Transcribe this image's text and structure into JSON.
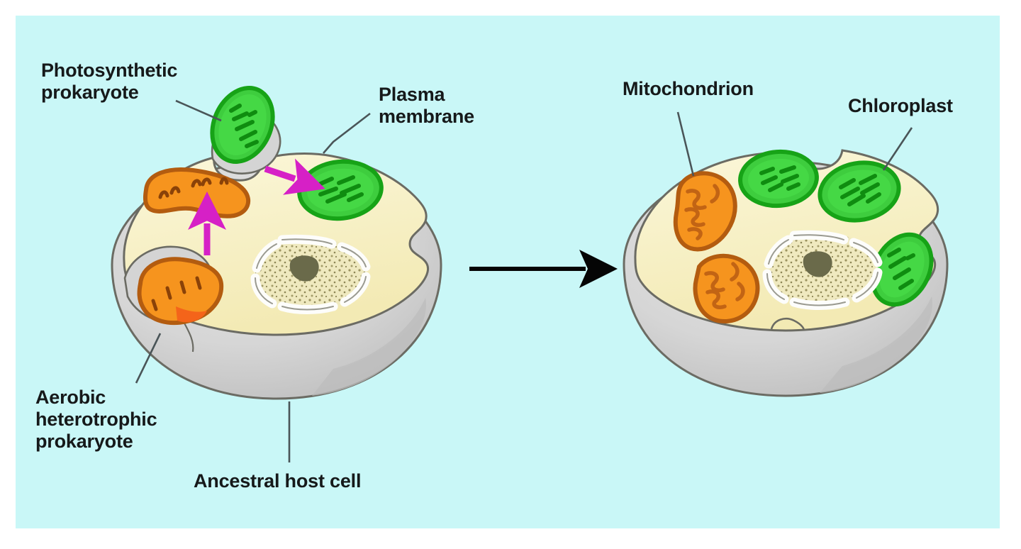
{
  "figure": {
    "domain": "diagram",
    "topic": "Endosymbiotic theory: origin of mitochondria and chloroplasts",
    "background_color": "#c9f7f7",
    "border_color": "#ffffff"
  },
  "labels": {
    "photosynthetic_prokaryote": "Photosynthetic\nprokaryote",
    "plasma_membrane": "Plasma\nmembrane",
    "aerobic_heterotrophic_prokaryote": "Aerobic\nheterotrophic\nprokaryote",
    "ancestral_host_cell": "Ancestral host cell",
    "mitochondrion": "Mitochondrion",
    "chloroplast": "Chloroplast"
  },
  "colors": {
    "cytoplasm": "#f7f0bf",
    "cytoplasm_light": "#fbf6d6",
    "cell_shell": "#d4d4d4",
    "cell_shell_shadow": "#bcbcbc",
    "outline": "#6b6b63",
    "green_organelle": "#3ecd3e",
    "green_organelle_dark": "#17a317",
    "green_interior": "#0f8c10",
    "orange_organelle": "#f6941e",
    "orange_organelle_dark": "#b35c10",
    "orange_interior": "#8a4208",
    "nucleus_fill": "#efe9bf",
    "nucleus_envelope": "#fdfdfb",
    "nucleolus": "#6a6a4a",
    "magenta_arrow": "#d620c6",
    "black_arrow": "#050505",
    "leader_line": "#4a5558",
    "text": "#16191a"
  },
  "cells": {
    "left": {
      "name": "ancestral-host-cell",
      "organelles": [
        {
          "kind": "photosynthetic-prokaryote",
          "color": "green",
          "state": "outside-being-engulfed",
          "position": "top-edge"
        },
        {
          "kind": "engulfed-chloroplast-precursor",
          "color": "green",
          "state": "internalized",
          "position": "upper-right"
        },
        {
          "kind": "proto-mitochondrion",
          "color": "orange",
          "state": "internalized",
          "position": "upper-left"
        },
        {
          "kind": "aerobic-heterotrophic-prokaryote",
          "color": "orange",
          "state": "outside-being-engulfed",
          "position": "left-edge"
        },
        {
          "kind": "nucleus",
          "color": "speckled",
          "state": "internalized",
          "position": "center"
        }
      ],
      "engulfment_arrows": 2
    },
    "right": {
      "name": "derived-eukaryotic-cell",
      "organelles": [
        {
          "kind": "mitochondrion",
          "color": "orange",
          "state": "internalized",
          "position": "upper-left"
        },
        {
          "kind": "mitochondrion",
          "color": "orange",
          "state": "internalized",
          "position": "lower-left"
        },
        {
          "kind": "chloroplast",
          "color": "green",
          "state": "internalized",
          "position": "top-center"
        },
        {
          "kind": "chloroplast",
          "color": "green",
          "state": "internalized",
          "position": "top-right"
        },
        {
          "kind": "chloroplast",
          "color": "green",
          "state": "internalized",
          "position": "right"
        },
        {
          "kind": "nucleus",
          "color": "speckled",
          "state": "internalized",
          "position": "center"
        }
      ],
      "engulfment_arrows": 0
    }
  },
  "transition_arrow": {
    "name": "evolution-arrow",
    "direction": "left-to-right",
    "color": "#050505"
  }
}
